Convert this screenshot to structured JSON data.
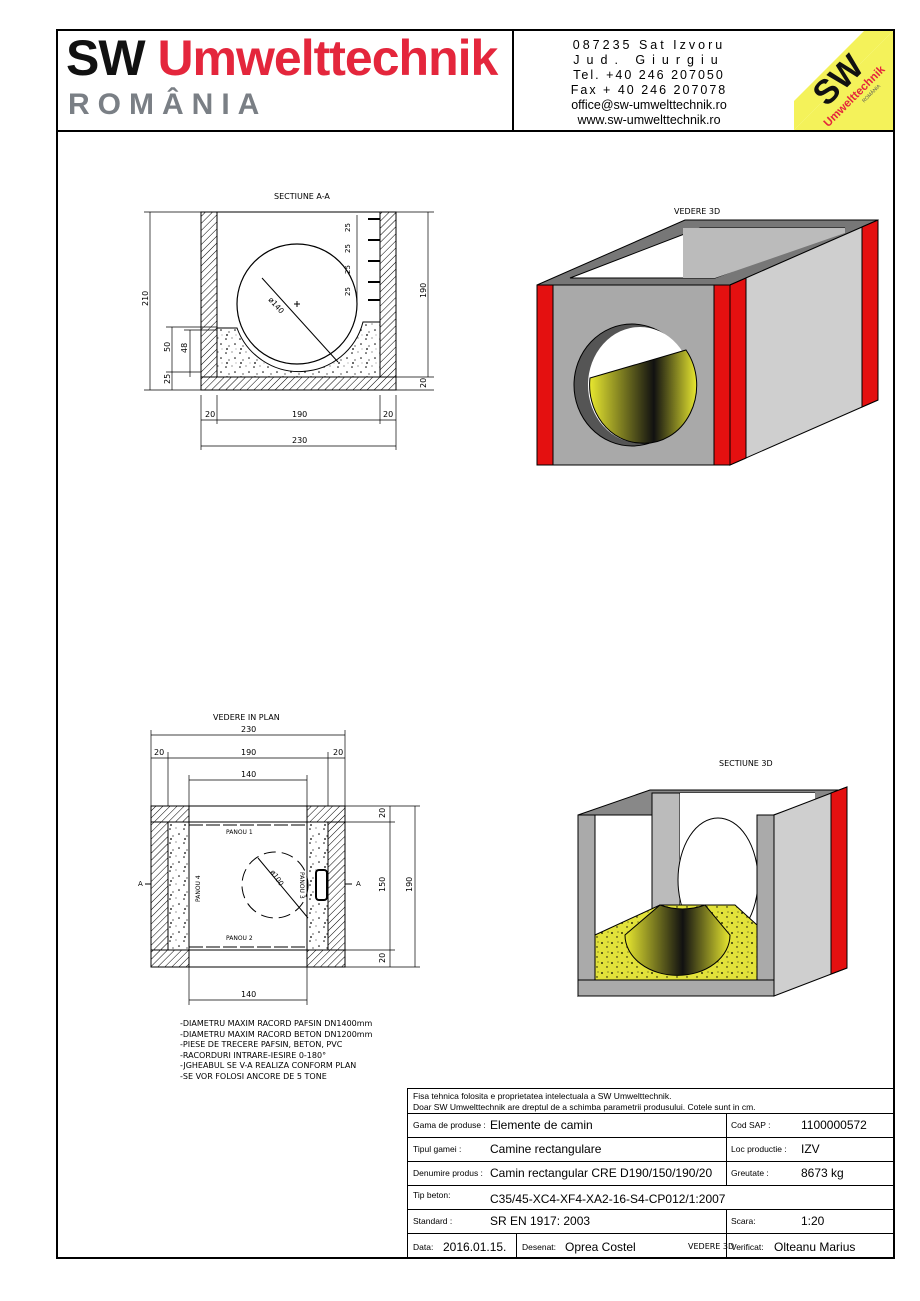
{
  "header": {
    "brand_sw": "SW",
    "brand_name": "Umwelttechnik",
    "brand_country": "ROMÂNIA",
    "contact_lines": [
      "087235 Sat Izvoru",
      "Jud. Giurgiu",
      "Tel. +40 246 207050",
      "Fax + 40 246 207078",
      "office@sw-umwelttechnik.ro",
      "www.sw-umwelttechnik.ro"
    ],
    "logo_sw": "SW",
    "logo_name": "Umwelttechnik",
    "logo_country": "ROMÂNIA",
    "colors": {
      "brand_red": "#e4263c",
      "logo_yellow": "#f4f25a",
      "brand_grey": "#7a7f85"
    }
  },
  "drawings": {
    "section_aa": {
      "title": "SECTIUNE A-A",
      "dims": {
        "h210": "210",
        "h190": "190",
        "h50": "50",
        "h48": "48",
        "h25": "25",
        "h20": "20",
        "w20a": "20",
        "w190": "190",
        "w20b": "20",
        "w230": "230",
        "rungs": [
          "25",
          "25",
          "25",
          "25"
        ],
        "pipe": "ø140"
      }
    },
    "view_3d": {
      "title": "VEDERE 3D"
    },
    "plan_view": {
      "title": "VEDERE IN PLAN",
      "dims": {
        "w230": "230",
        "w20a": "20",
        "w190": "190",
        "w20b": "20",
        "w140_top": "140",
        "w140_bot": "140",
        "h20_top": "20",
        "h150": "150",
        "h190": "190",
        "h20_bot": "20",
        "pipe": "ø100"
      },
      "panels": [
        "PANOU 1",
        "PANOU 2",
        "PANOU 3",
        "PANOU 4"
      ],
      "marker_a": "A"
    },
    "section_3d": {
      "title": "SECTIUNE 3D"
    }
  },
  "notes": [
    "-DIAMETRU MAXIM RACORD PAFSIN DN1400mm",
    "-DIAMETRU MAXIM RACORD BETON DN1200mm",
    "-PIESE DE TRECERE PAFSIN, BETON, PVC",
    "-RACORDURI INTRARE-IESIRE 0-180°",
    "-JGHEABUL SE V-A REALIZA CONFORM PLAN",
    "-SE VOR FOLOSI ANCORE DE 5 TONE"
  ],
  "title_block": {
    "disclaimer_1": "Fisa tehnica folosita e proprietatea intelectuala a SW Umwelttechnik.",
    "disclaimer_2": "Doar SW Umwelttechnik are dreptul de a schimba parametrii produsului. Cotele sunt in cm.",
    "gama_label": "Gama de produse :",
    "gama_value": "Elemente de camin",
    "cod_label": "Cod SAP :",
    "cod_value": "1100000572",
    "tip_label": "Tipul gamei :",
    "tip_value": "Camine rectangulare",
    "loc_label": "Loc productie :",
    "loc_value": "IZV",
    "den_label": "Denumire produs :",
    "den_value": "Camin rectangular CRE D190/150/190/20",
    "greu_label": "Greutate :",
    "greu_value": "8673 kg",
    "beton_label": "Tip beton:",
    "beton_value": "C35/45-XC4-XF4-XA2-16-S4-CP012/1:2007",
    "std_label": "Standard :",
    "std_value": "SR EN 1917: 2003",
    "scara_label": "Scara:",
    "scara_value": "1:20",
    "data_label": "Data:",
    "data_value": "2016.01.15.",
    "desenat_label": "Desenat:",
    "desenat_value": "Oprea Costel",
    "overlap_text": "VEDERE 3D",
    "verif_label": "Verificat:",
    "verif_value": "Olteanu Marius"
  }
}
